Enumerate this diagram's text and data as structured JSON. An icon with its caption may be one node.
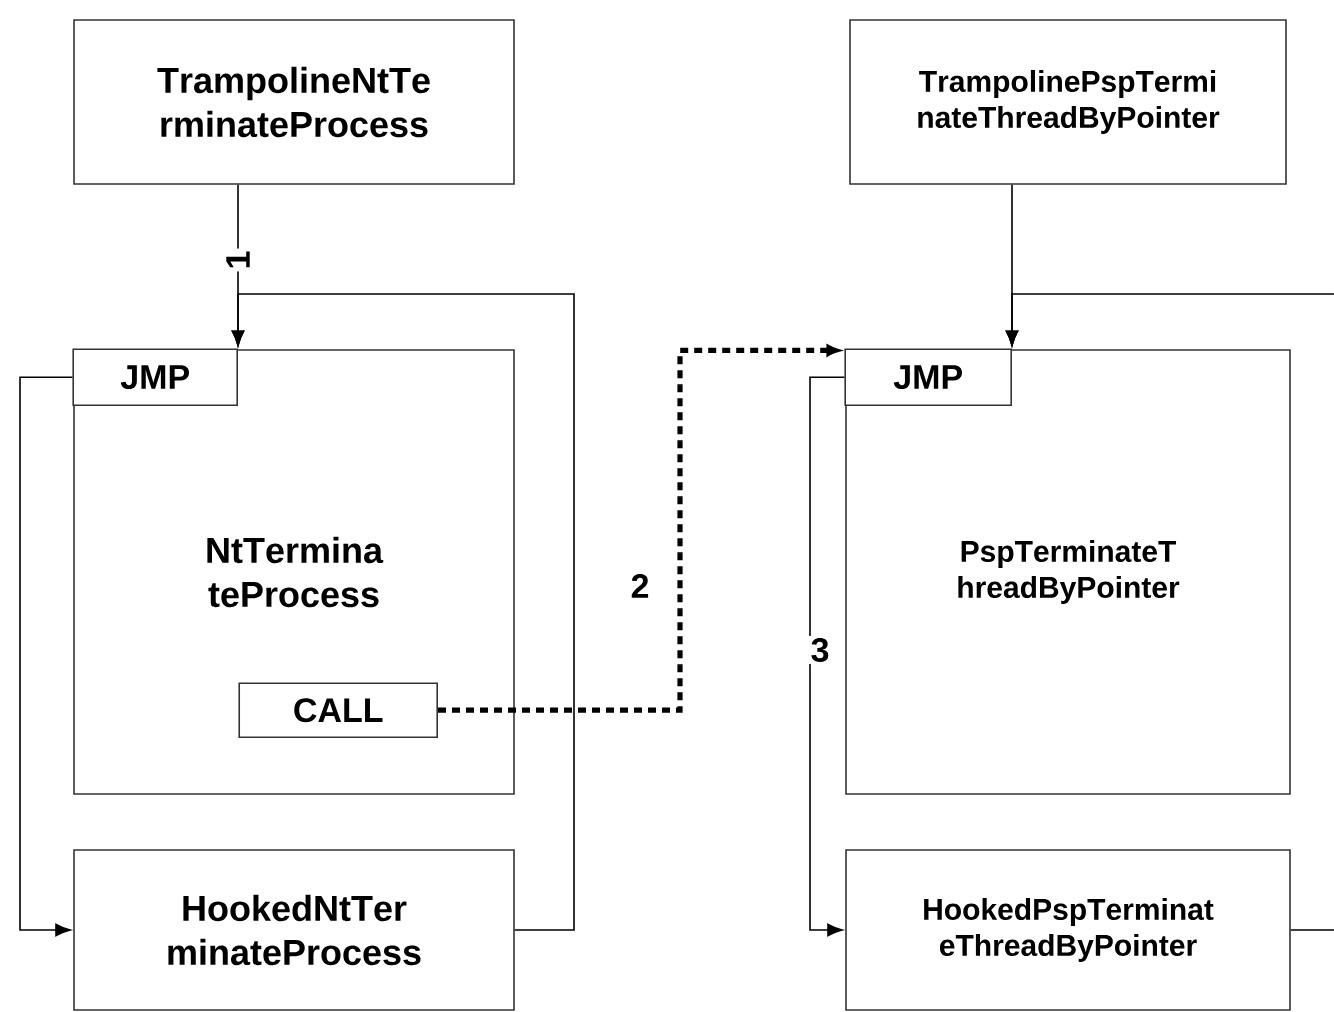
{
  "diagram": {
    "nodes": [
      {
        "text": [
          "TrampolineNtTerminateProcess"
        ]
      },
      {
        "text": [
          "NtTerminateProcess"
        ]
      },
      {
        "text": [
          "JMP"
        ],
        "in": 1
      },
      {
        "text": [
          "CALL"
        ],
        "in": 1
      },
      {
        "text": [
          "HookedNtTerminateProcess"
        ]
      },
      {
        "text": [
          "TrampolinePspTerminateThreadByPointer"
        ]
      },
      {
        "text": [
          "PspTerminateThreadByPointer"
        ]
      },
      {
        "text": [
          "JMP"
        ],
        "in": 6
      },
      {
        "text": [
          "HookedPspTerminateThreadByPointer"
        ]
      }
    ],
    "edges": [
      {
        "from": 0,
        "to": 2,
        "arrow": "to",
        "label": "1"
      },
      {
        "from": 4,
        "to": 2,
        "arrow": "to"
      },
      {
        "from": 2,
        "to": 4,
        "arrow": "to"
      },
      {
        "from": 3,
        "to": 7,
        "arrow": "to",
        "label": "2",
        "style": "dashed"
      },
      {
        "from": 5,
        "to": 7,
        "arrow": "to"
      },
      {
        "from": 8,
        "to": 7,
        "arrow": "to"
      },
      {
        "from": 7,
        "to": 8,
        "arrow": "to",
        "label": "3"
      }
    ]
  }
}
